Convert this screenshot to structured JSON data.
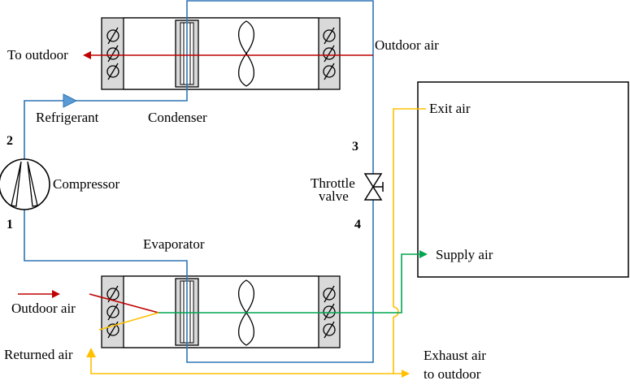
{
  "labels": {
    "to_outdoor": "To outdoor",
    "outdoor_air_top": "Outdoor air",
    "refrigerant": "Refrigerant",
    "condenser": "Condenser",
    "compressor": "Compressor",
    "throttle_line1": "Throttle",
    "throttle_line2": "valve",
    "evaporator": "Evaporator",
    "exit_air": "Exit air",
    "supply_air": "Supply air",
    "outdoor_air_bottom": "Outdoor air",
    "returned_air": "Returned air",
    "exhaust_line1": "Exhaust air",
    "exhaust_line2": "to outdoor"
  },
  "state_points": {
    "p1": "1",
    "p2": "2",
    "p3": "3",
    "p4": "4"
  },
  "colors": {
    "refrigerant_line": "#2e75b6",
    "outdoor_air_line": "#c00000",
    "supply_air_line": "#00a651",
    "exhaust_air_line": "#ffc000",
    "equipment_fill": "#d9d9d9",
    "outline": "#000000"
  }
}
